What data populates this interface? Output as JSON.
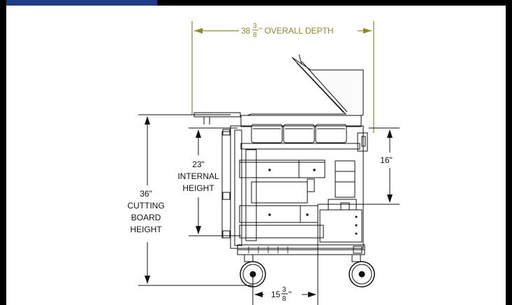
{
  "colors": {
    "frame": "#000000",
    "tab": "#1f3c88",
    "dimension_olive": "#8a8a2a",
    "line": "#111111"
  },
  "labels": {
    "overall_depth": {
      "whole": "38",
      "num": "3",
      "den": "8",
      "suffix": "\" OVERALL DEPTH"
    },
    "right_height": "16\"",
    "internal_height": [
      "23\"",
      "INTERNAL",
      "HEIGHT"
    ],
    "cutting_board_height": [
      "36\"",
      "CUTTING",
      "BOARD",
      "HEIGHT"
    ],
    "bottom_width": {
      "whole": "15",
      "num": "3",
      "den": "8",
      "suffix": "\""
    }
  }
}
